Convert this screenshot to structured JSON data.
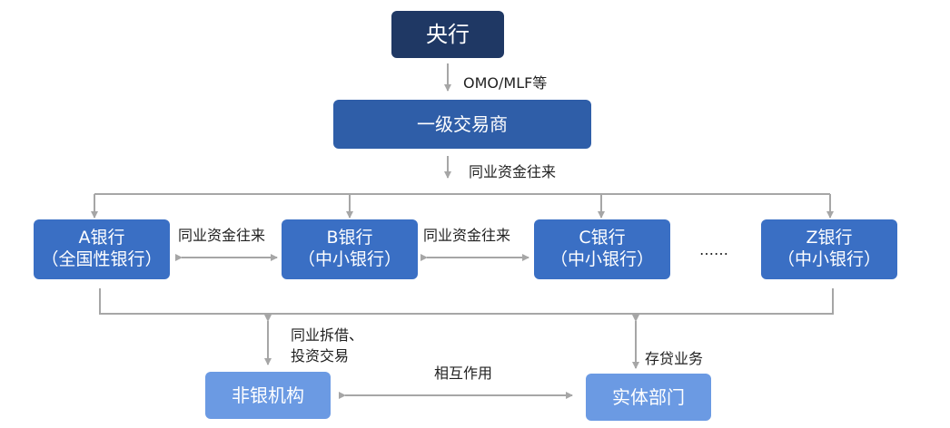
{
  "nodes": {
    "central_bank": "央行",
    "primary_dealer": "一级交易商",
    "bank_a": {
      "name": "A银行",
      "type": "（全国性银行）"
    },
    "bank_b": {
      "name": "B银行",
      "type": "（中小银行）"
    },
    "bank_c": {
      "name": "C银行",
      "type": "（中小银行）"
    },
    "bank_z": {
      "name": "Z银行",
      "type": "（中小银行）"
    },
    "ellipsis": "……",
    "non_bank": "非银机构",
    "real_economy": "实体部门"
  },
  "edges": {
    "omo_mlf": "OMO/MLF等",
    "interbank_from_dealer": "同业资金往来",
    "interbank_ab": "同业资金往来",
    "interbank_bc": "同业资金往来",
    "lending_line1": "同业拆借、",
    "lending_line2": "投资交易",
    "interaction": "相互作用",
    "deposit_loan": "存贷业务"
  },
  "colors": {
    "dark_navy": "#1f3864",
    "medium_blue": "#2f5ea8",
    "bank_blue": "#3a6fc4",
    "light_blue": "#6b9ae3",
    "line_gray": "#a6a6a6"
  }
}
